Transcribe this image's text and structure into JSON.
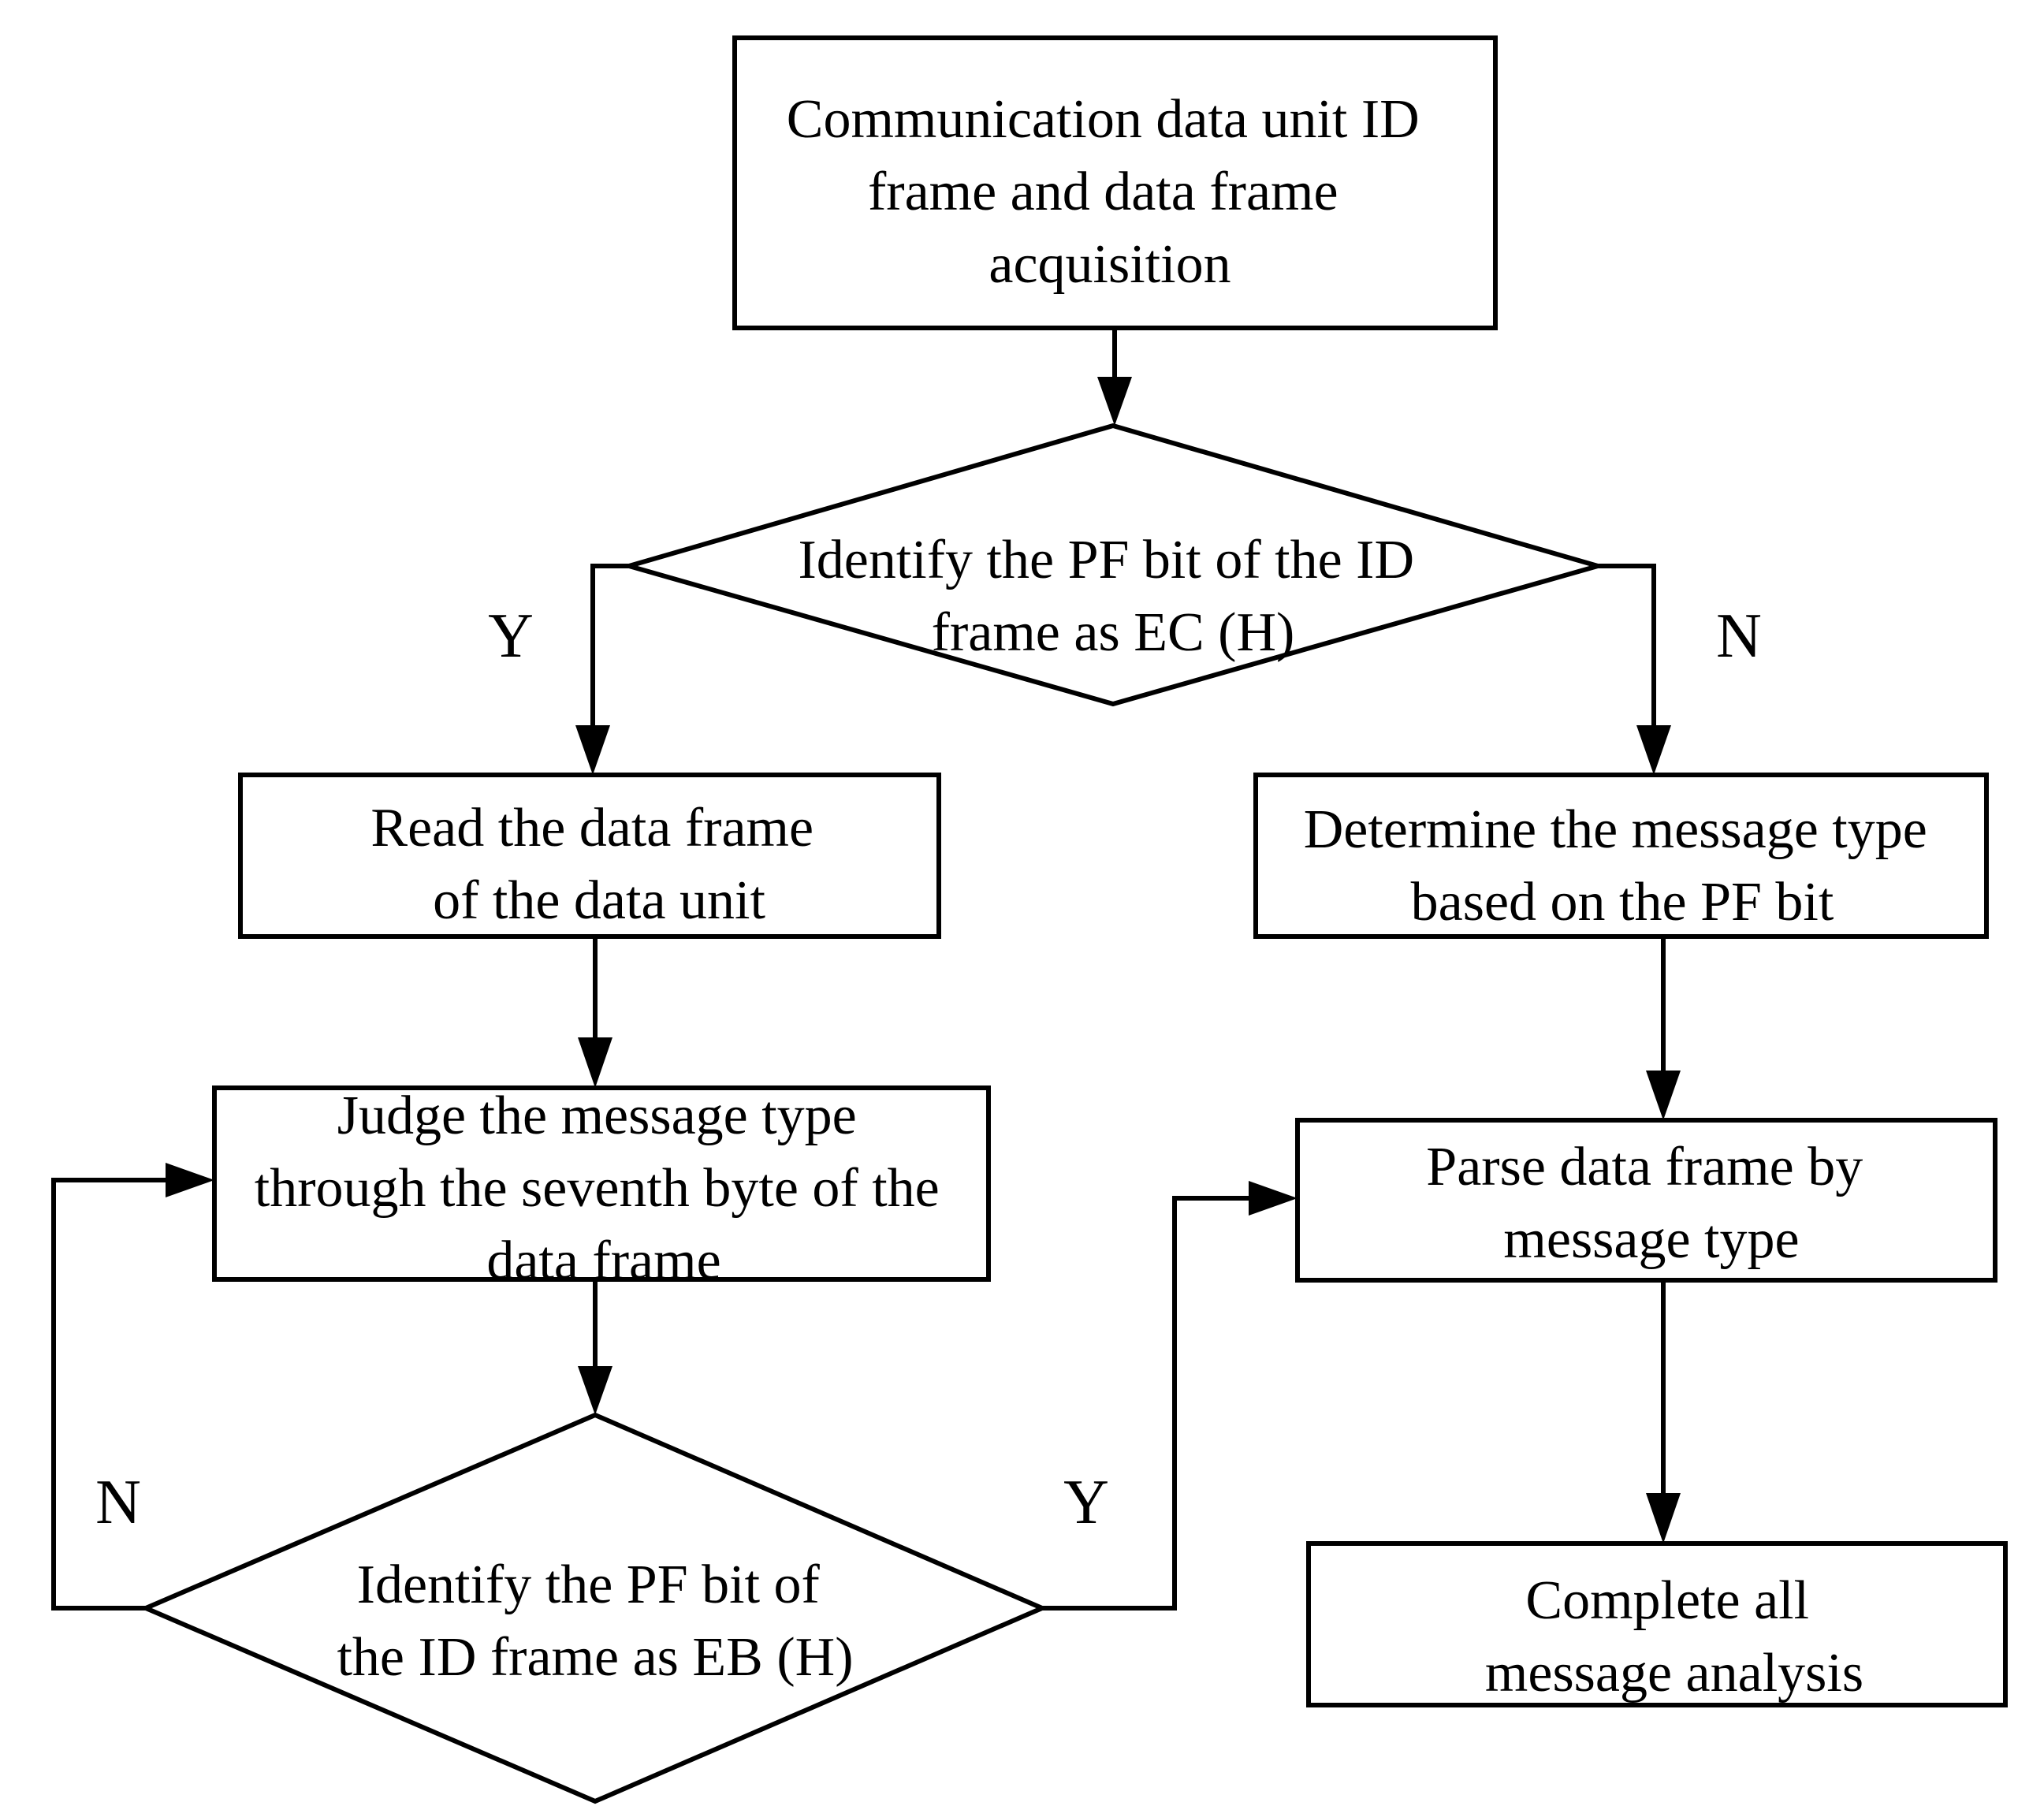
{
  "nodes": {
    "start": {
      "lines": [
        "Communication data unit ID",
        "frame and data frame",
        "acquisition"
      ]
    },
    "decision_ec": {
      "lines": [
        "Identify the PF bit of the ID",
        "frame as EC (H)"
      ]
    },
    "read_data": {
      "lines": [
        "Read the data frame",
        "of the data unit"
      ]
    },
    "determine_type": {
      "lines": [
        "Determine the message type",
        "based on the PF bit"
      ]
    },
    "judge_type": {
      "lines": [
        "Judge the message type",
        "through the seventh byte of the",
        "data frame"
      ]
    },
    "parse_frame": {
      "lines": [
        "Parse data frame by",
        "message type"
      ]
    },
    "decision_eb": {
      "lines": [
        "Identify the PF bit of",
        "the ID frame as EB (H)"
      ]
    },
    "complete": {
      "lines": [
        "Complete all",
        "message analysis"
      ]
    }
  },
  "edge_labels": {
    "ec_yes": "Y",
    "ec_no": "N",
    "eb_no": "N",
    "eb_yes": "Y"
  }
}
